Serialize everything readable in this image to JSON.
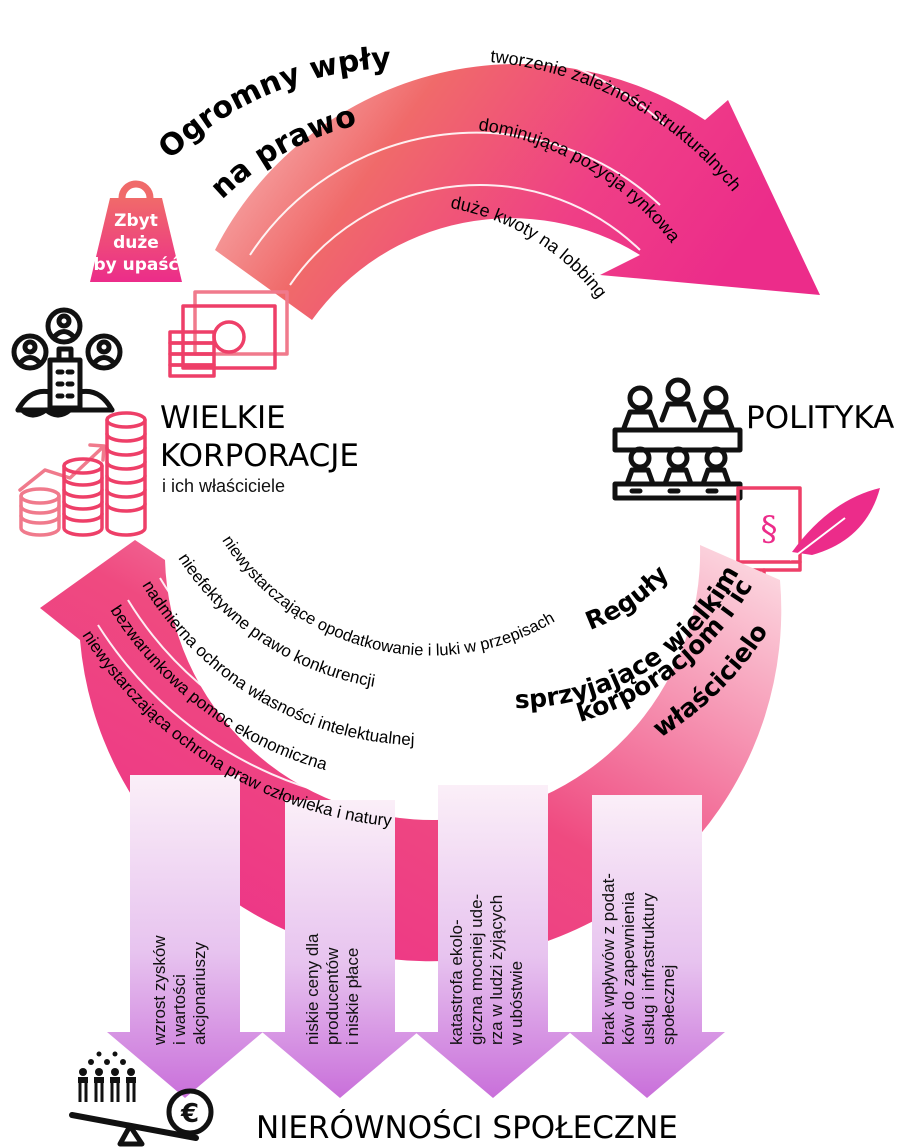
{
  "top_arc": {
    "title_line1": "Ogromny wpływ",
    "title_line2": "na prawo",
    "items": [
      "tworzenie zależności strukturalnych",
      "dominująca pozycja rynkowa",
      "duże kwoty na lobbing"
    ]
  },
  "weight": {
    "line1": "Zbyt",
    "line2": "duże",
    "line3": "by upaść"
  },
  "corporations": {
    "title_line1": "WIELKIE",
    "title_line2": "KORPORACJE",
    "subtitle": "i ich właściciele"
  },
  "politics": {
    "title": "POLITYKA",
    "paragraph_symbol": "§"
  },
  "bottom_arc": {
    "title_line1": "Reguły",
    "title_line2": "sprzyjające wielkim",
    "title_line3": "korporacjom i ich",
    "title_line4": "właścicielom",
    "items": [
      "niewystarczające opodatkowanie i luki w przepisach",
      "nieefektywne prawo konkurencji",
      "nadmierna ochrona własności intelektualnej",
      "bezwarunkowa pomoc ekonomiczna",
      "niewystarczająca ochrona praw człowieka i natury"
    ]
  },
  "columns": [
    {
      "lines": [
        "wzrost zysków",
        "i wartości",
        "akcjonariuszy"
      ]
    },
    {
      "lines": [
        "niskie ceny dla",
        "producentów",
        "i niskie płace"
      ]
    },
    {
      "lines": [
        "katastrofa ekolo-",
        "giczna mocniej ude-",
        "rza w ludzi żyjących",
        "w ubóstwie"
      ]
    },
    {
      "lines": [
        "brak wpływów z podat-",
        "ków do zapewnienia",
        "usług i infrastruktury",
        "społecznej"
      ]
    }
  ],
  "inequality": {
    "title": "NIERÓWNOŚCI SPOŁECZNE",
    "currency_symbol": "€"
  },
  "colors": {
    "magenta": "#ec2c8a",
    "coral": "#f06a6a",
    "purple": "#c873d8",
    "lavender": "#efd9f6"
  }
}
